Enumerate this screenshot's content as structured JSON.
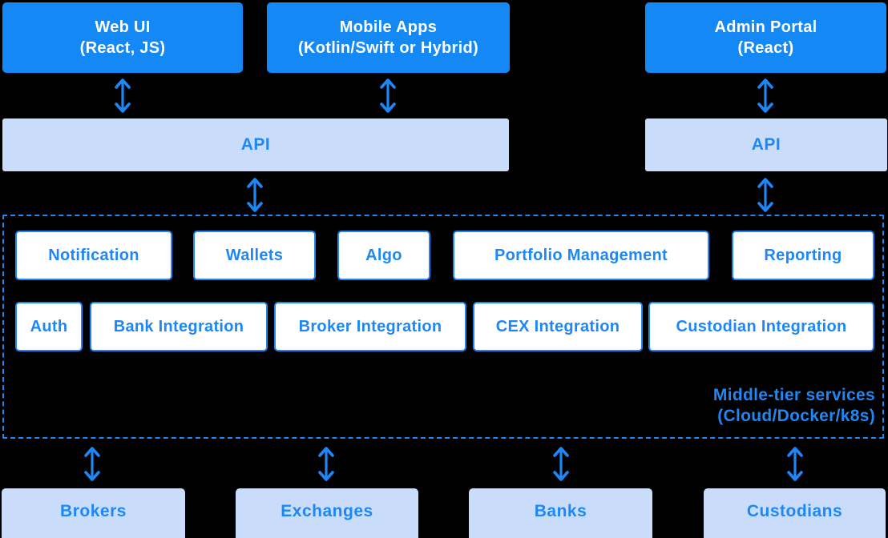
{
  "colors": {
    "background": "#000000",
    "primary_blue": "#1488F5",
    "light_blue": "#C9DDFB",
    "accent_text_blue": "#1E87F5",
    "white_box_text": "#1E87F5"
  },
  "top_boxes": [
    {
      "name": "web-ui",
      "line1": "Web UI",
      "line2": "(React, JS)"
    },
    {
      "name": "mobile-apps",
      "line1": "Mobile Apps",
      "line2": "(Kotlin/Swift or Hybrid)"
    },
    {
      "name": "admin-portal",
      "line1": "Admin Portal",
      "line2": "(React)"
    }
  ],
  "api_layer": {
    "left_label": "API",
    "right_label": "API"
  },
  "middle_tier": {
    "row1": [
      "Notification",
      "Wallets",
      "Algo",
      "Portfolio Management",
      "Reporting"
    ],
    "row2": [
      "Auth",
      "Bank Integration",
      "Broker Integration",
      "CEX Integration",
      "Custodian Integration"
    ],
    "label_line1": "Middle-tier services",
    "label_line2": "(Cloud/Docker/k8s)"
  },
  "bottom_boxes": [
    "Brokers",
    "Exchanges",
    "Banks",
    "Custodians"
  ]
}
